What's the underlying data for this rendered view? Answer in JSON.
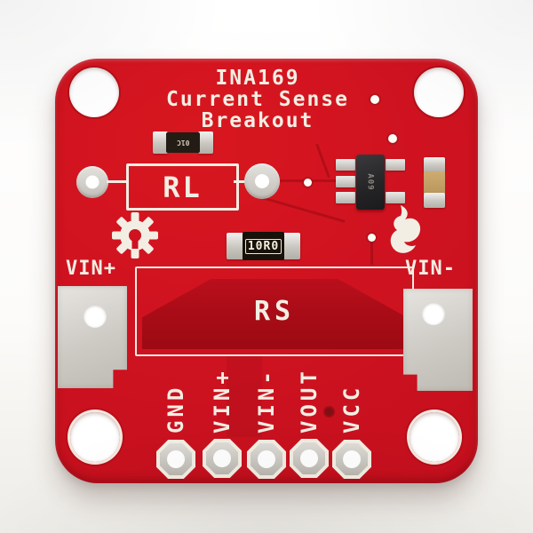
{
  "board": {
    "title_line1": "INA169",
    "title_line2": "Current Sense",
    "title_line3": "Breakout",
    "labels": {
      "load_resistor": "RL",
      "shunt_resistor": "RS",
      "net_vin_plus": "VIN+",
      "net_vin_minus": "VIN-"
    },
    "components": {
      "shunt_marking": "10R0",
      "small_resistor_marking": "01C",
      "ic_marking": "A09"
    },
    "pins": [
      {
        "label": "GND"
      },
      {
        "label": "VIN+"
      },
      {
        "label": "VIN-"
      },
      {
        "label": "VOUT"
      },
      {
        "label": "VCC"
      }
    ],
    "icons": [
      "gear-icon",
      "flame-icon"
    ],
    "colors": {
      "board_red": "#cf1220",
      "pour_dark": "#a80c16",
      "silkscreen_white": "#f3eee3",
      "pad_silver": "#c9c5bf"
    }
  }
}
